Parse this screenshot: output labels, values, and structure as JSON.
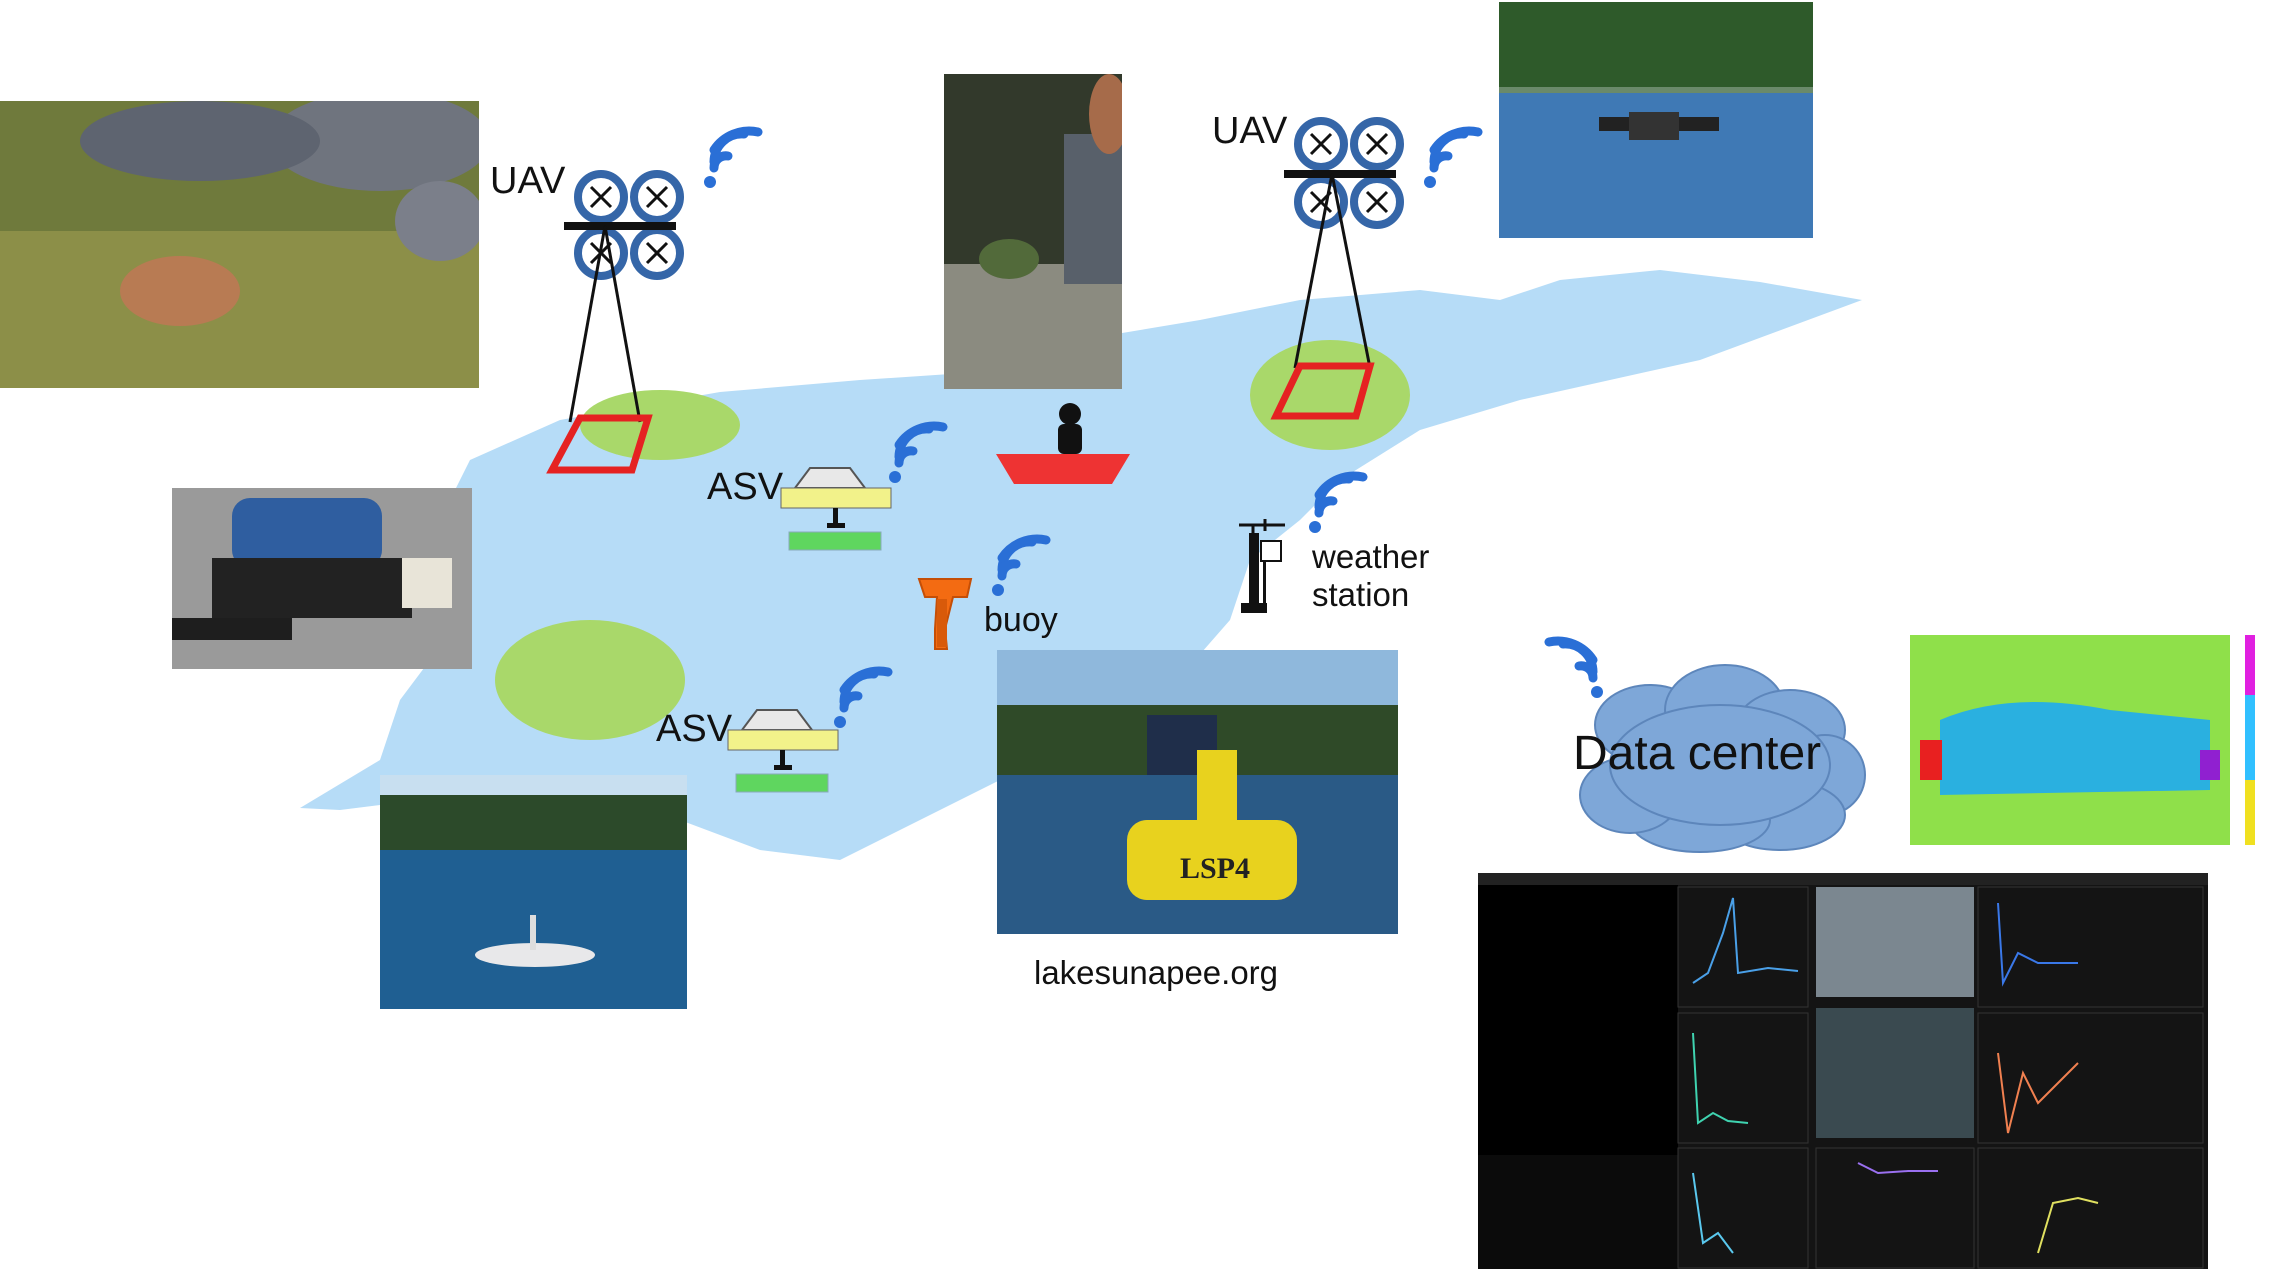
{
  "labels": {
    "uav_left": "UAV",
    "uav_right": "UAV",
    "asv_top": "ASV",
    "asv_bottom": "ASV",
    "buoy": "buoy",
    "weather_line1": "weather",
    "weather_line2": "station",
    "data_center": "Data center",
    "source_credit": "lakesunapee.org",
    "buoy_marking": "LSP4"
  },
  "colors": {
    "lake": "#b6dcf7",
    "algae": "#a9d86a",
    "wifi": "#2a6fd6",
    "uav_rotor": "#3566a8",
    "footprint": "#e52222",
    "cloud": "#7ea7d8",
    "asv_top": "#f2f28a",
    "asv_bottom": "#5fd65f",
    "buoy_icon": "#f36b12",
    "boat": "#ee3333"
  },
  "icons": [
    "wifi-icon",
    "quadcopter-icon",
    "asv-icon",
    "buoy-icon",
    "boat-icon",
    "weather-station-icon",
    "cloud-icon"
  ]
}
